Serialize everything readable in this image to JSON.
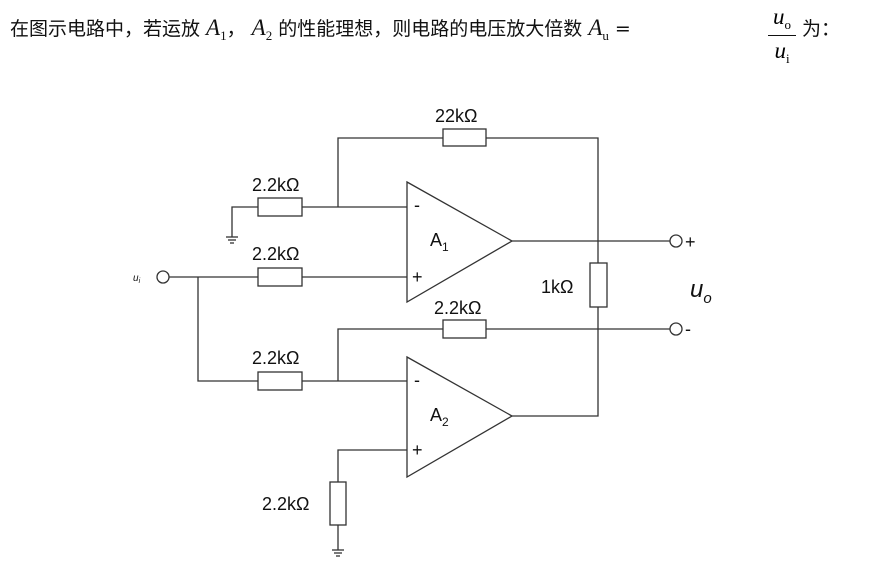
{
  "question": {
    "part1": "在图示电路中，若运放 ",
    "a1": "A",
    "a1_sub": "1",
    "sep": "， ",
    "a2": "A",
    "a2_sub": "2",
    "part2": " 的性能理想，则电路的电压放大倍数 ",
    "au": "A",
    "au_sub": "u",
    "eq": " =",
    "num": "u",
    "num_sub": "o",
    "den": "u",
    "den_sub": "i",
    "part3": "为："
  },
  "circuit": {
    "r_feedback": "22kΩ",
    "r_ground_a1": "2.2kΩ",
    "r_input_a1": "2.2kΩ",
    "r_input_a2": "2.2kΩ",
    "r_feedback_a2": "2.2kΩ",
    "r_load": "1kΩ",
    "r_ground_a2": "2.2kΩ",
    "opamp1": {
      "name": "A",
      "sub": "1",
      "minus": "-",
      "plus": "+"
    },
    "opamp2": {
      "name": "A",
      "sub": "2",
      "minus": "-",
      "plus": "+"
    },
    "input_label": "u",
    "input_sub": "i",
    "output_label": "u",
    "output_sub": "o",
    "out_plus": "+",
    "out_minus": "-"
  }
}
